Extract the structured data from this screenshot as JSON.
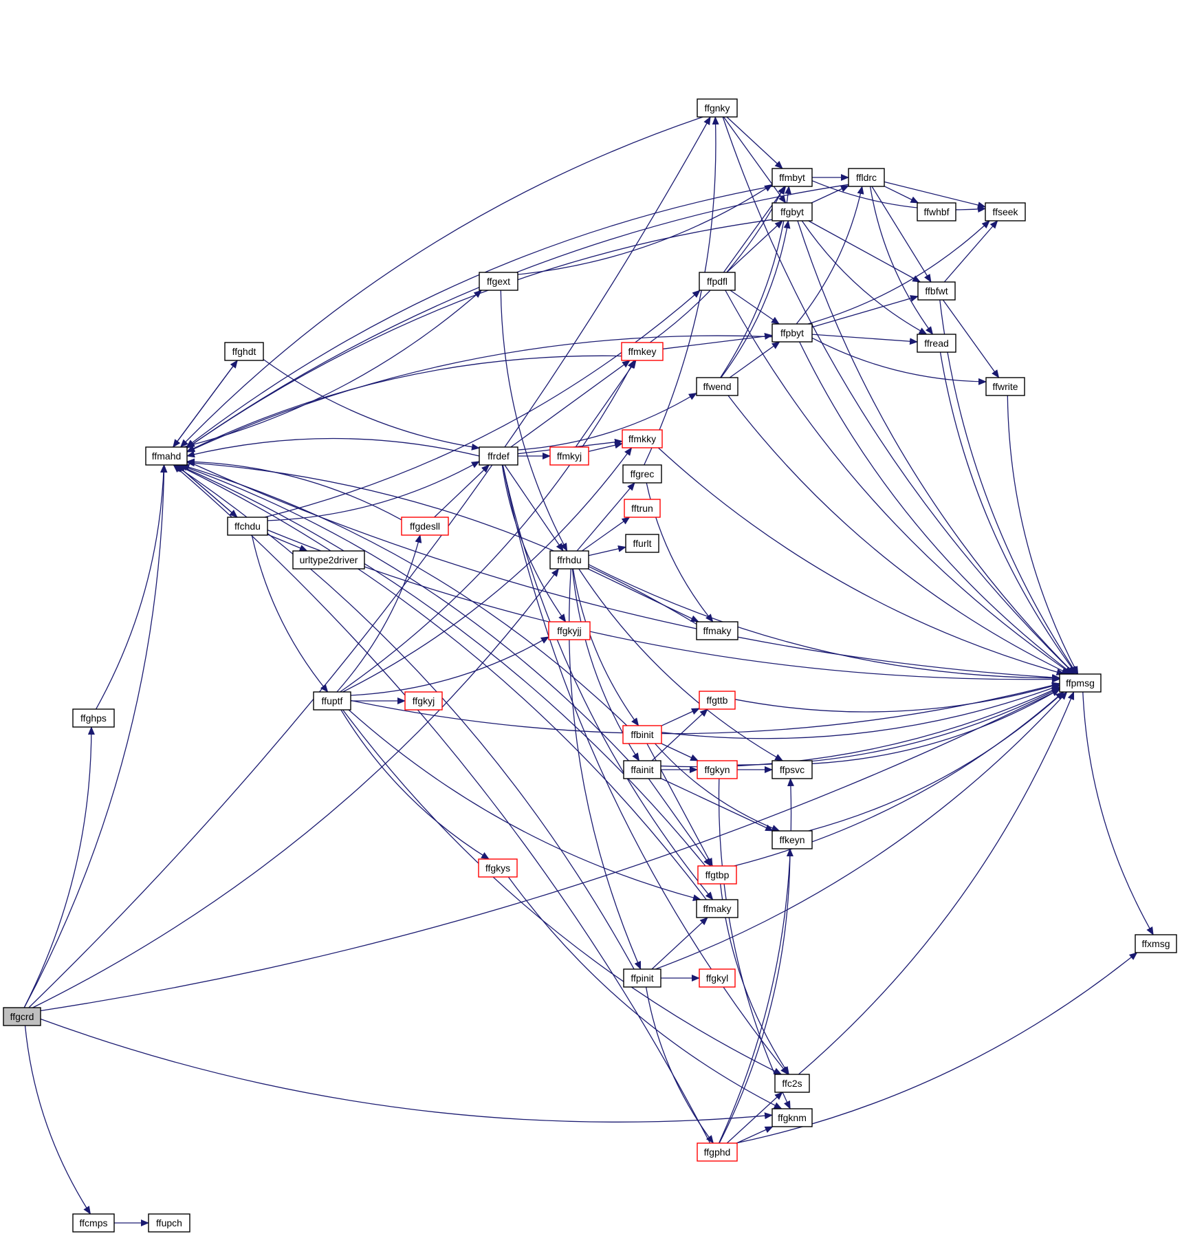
{
  "nodes": [
    {
      "id": "ffgcrd",
      "label": "ffgcrd",
      "border": "black",
      "root": true
    },
    {
      "id": "ffmahd",
      "label": "ffmahd",
      "border": "black"
    },
    {
      "id": "ffghps",
      "label": "ffghps",
      "border": "black"
    },
    {
      "id": "ffcmps",
      "label": "ffcmps",
      "border": "black"
    },
    {
      "id": "ffupch",
      "label": "ffupch",
      "border": "black"
    },
    {
      "id": "ffghdt",
      "label": "ffghdt",
      "border": "black"
    },
    {
      "id": "ffchdu",
      "label": "ffchdu",
      "border": "black"
    },
    {
      "id": "urltype2driver",
      "label": "urltype2driver",
      "border": "black"
    },
    {
      "id": "ffuptf",
      "label": "ffuptf",
      "border": "black"
    },
    {
      "id": "ffgkyj",
      "label": "ffgkyj",
      "border": "red"
    },
    {
      "id": "ffgkys",
      "label": "ffgkys",
      "border": "red"
    },
    {
      "id": "ffgdesll",
      "label": "ffgdesll",
      "border": "red"
    },
    {
      "id": "ffgext",
      "label": "ffgext",
      "border": "black"
    },
    {
      "id": "ffrdef",
      "label": "ffrdef",
      "border": "black"
    },
    {
      "id": "ffmkyj",
      "label": "ffmkyj",
      "border": "red"
    },
    {
      "id": "ffgkyjj",
      "label": "ffgkyjj",
      "border": "red"
    },
    {
      "id": "ffrhdu",
      "label": "ffrhdu",
      "border": "black"
    },
    {
      "id": "ffmkey",
      "label": "ffmkey",
      "border": "red"
    },
    {
      "id": "ffmkky",
      "label": "ffmkky",
      "border": "red"
    },
    {
      "id": "ffgrec",
      "label": "ffgrec",
      "border": "black"
    },
    {
      "id": "fftrun",
      "label": "fftrun",
      "border": "red"
    },
    {
      "id": "ffurlt",
      "label": "ffurlt",
      "border": "black"
    },
    {
      "id": "ffgnky",
      "label": "ffgnky",
      "border": "black"
    },
    {
      "id": "ffpdfl",
      "label": "ffpdfl",
      "border": "black"
    },
    {
      "id": "ffwend",
      "label": "ffwend",
      "border": "black"
    },
    {
      "id": "ffmaky_top",
      "label": "ffmaky",
      "border": "black"
    },
    {
      "id": "ffbinit",
      "label": "ffbinit",
      "border": "red"
    },
    {
      "id": "ffainit",
      "label": "ffainit",
      "border": "black"
    },
    {
      "id": "ffgttb",
      "label": "ffgttb",
      "border": "red"
    },
    {
      "id": "ffgkyn",
      "label": "ffgkyn",
      "border": "red"
    },
    {
      "id": "ffgtbp",
      "label": "ffgtbp",
      "border": "red"
    },
    {
      "id": "ffmaky_bot",
      "label": "ffmaky",
      "border": "black"
    },
    {
      "id": "ffpinit",
      "label": "ffpinit",
      "border": "black"
    },
    {
      "id": "ffgkyl",
      "label": "ffgkyl",
      "border": "red"
    },
    {
      "id": "ffgphd",
      "label": "ffgphd",
      "border": "red"
    },
    {
      "id": "ffmbyt",
      "label": "ffmbyt",
      "border": "black"
    },
    {
      "id": "ffgbyt",
      "label": "ffgbyt",
      "border": "black"
    },
    {
      "id": "ffpbyt",
      "label": "ffpbyt",
      "border": "black"
    },
    {
      "id": "ffpsvc",
      "label": "ffpsvc",
      "border": "black"
    },
    {
      "id": "ffkeyn",
      "label": "ffkeyn",
      "border": "black"
    },
    {
      "id": "ffc2s",
      "label": "ffc2s",
      "border": "black"
    },
    {
      "id": "ffgknm",
      "label": "ffgknm",
      "border": "black"
    },
    {
      "id": "ffldrc",
      "label": "ffldrc",
      "border": "black"
    },
    {
      "id": "ffwhbf",
      "label": "ffwhbf",
      "border": "black"
    },
    {
      "id": "ffbfwt",
      "label": "ffbfwt",
      "border": "black"
    },
    {
      "id": "ffread",
      "label": "ffread",
      "border": "black"
    },
    {
      "id": "ffseek",
      "label": "ffseek",
      "border": "black"
    },
    {
      "id": "ffwrite",
      "label": "ffwrite",
      "border": "black"
    },
    {
      "id": "ffpmsg",
      "label": "ffpmsg",
      "border": "black"
    },
    {
      "id": "ffxmsg",
      "label": "ffxmsg",
      "border": "black"
    }
  ],
  "edges": [
    [
      "ffgcrd",
      "ffmahd"
    ],
    [
      "ffgcrd",
      "ffghps"
    ],
    [
      "ffgcrd",
      "ffcmps"
    ],
    [
      "ffgcrd",
      "ffgnky"
    ],
    [
      "ffgcrd",
      "ffpmsg"
    ],
    [
      "ffgcrd",
      "ffgknm"
    ],
    [
      "ffgcrd",
      "ffrhdu"
    ],
    [
      "ffghps",
      "ffmahd"
    ],
    [
      "ffcmps",
      "ffupch"
    ],
    [
      "ffmahd",
      "ffghdt"
    ],
    [
      "ffmahd",
      "ffchdu"
    ],
    [
      "ffmahd",
      "ffgext"
    ],
    [
      "ffmahd",
      "ffpmsg"
    ],
    [
      "ffghdt",
      "ffmahd"
    ],
    [
      "ffghdt",
      "ffrdef"
    ],
    [
      "ffchdu",
      "ffmahd"
    ],
    [
      "ffchdu",
      "urltype2driver"
    ],
    [
      "ffchdu",
      "ffuptf"
    ],
    [
      "ffchdu",
      "ffrdef"
    ],
    [
      "ffchdu",
      "ffpdfl"
    ],
    [
      "ffchdu",
      "ffpmsg"
    ],
    [
      "ffuptf",
      "ffgkyj"
    ],
    [
      "ffuptf",
      "ffgkys"
    ],
    [
      "ffuptf",
      "ffgdesll"
    ],
    [
      "ffuptf",
      "ffgkyjj"
    ],
    [
      "ffuptf",
      "ffmkey"
    ],
    [
      "ffuptf",
      "ffmkky"
    ],
    [
      "ffuptf",
      "ffmaky_bot"
    ],
    [
      "ffuptf",
      "ffpmsg"
    ],
    [
      "ffuptf",
      "ffc2s"
    ],
    [
      "ffgdesll",
      "ffmahd"
    ],
    [
      "ffgdesll",
      "ffrdef"
    ],
    [
      "ffgkys",
      "ffgknm"
    ],
    [
      "ffgext",
      "ffmbyt"
    ],
    [
      "ffgext",
      "ffrhdu"
    ],
    [
      "ffrdef",
      "ffmahd"
    ],
    [
      "ffrdef",
      "ffmkyj"
    ],
    [
      "ffrdef",
      "ffmkey"
    ],
    [
      "ffrdef",
      "ffmkky"
    ],
    [
      "ffrdef",
      "ffwend"
    ],
    [
      "ffrdef",
      "ffrhdu"
    ],
    [
      "ffrdef",
      "ffgkyjj"
    ],
    [
      "ffrdef",
      "ffmaky_bot"
    ],
    [
      "ffrdef",
      "ffc2s"
    ],
    [
      "ffmkyj",
      "ffmkey"
    ],
    [
      "ffmkyj",
      "ffmkky"
    ],
    [
      "ffmkey",
      "ffmahd"
    ],
    [
      "ffmkey",
      "ffmbyt"
    ],
    [
      "ffmkey",
      "ffpbyt"
    ],
    [
      "ffmkky",
      "ffpmsg"
    ],
    [
      "ffgrec",
      "ffgnky"
    ],
    [
      "ffgrec",
      "ffmaky_top"
    ],
    [
      "ffrhdu",
      "ffgrec"
    ],
    [
      "ffrhdu",
      "fftrun"
    ],
    [
      "ffrhdu",
      "ffurlt"
    ],
    [
      "ffrhdu",
      "ffpmsg"
    ],
    [
      "ffrhdu",
      "ffpsvc"
    ],
    [
      "ffrhdu",
      "ffbinit"
    ],
    [
      "ffrhdu",
      "ffainit"
    ],
    [
      "ffrhdu",
      "ffpinit"
    ],
    [
      "ffrhdu",
      "ffmaky_top"
    ],
    [
      "ffmaky_top",
      "ffmahd"
    ],
    [
      "ffgnky",
      "ffmahd"
    ],
    [
      "ffgnky",
      "ffmbyt"
    ],
    [
      "ffgnky",
      "ffgbyt"
    ],
    [
      "ffgnky",
      "ffpmsg"
    ],
    [
      "ffpdfl",
      "ffmbyt"
    ],
    [
      "ffpdfl",
      "ffgbyt"
    ],
    [
      "ffpdfl",
      "ffpbyt"
    ],
    [
      "ffpdfl",
      "ffpmsg"
    ],
    [
      "ffwend",
      "ffmbyt"
    ],
    [
      "ffwend",
      "ffgbyt"
    ],
    [
      "ffwend",
      "ffpbyt"
    ],
    [
      "ffwend",
      "ffpmsg"
    ],
    [
      "ffbinit",
      "ffmahd"
    ],
    [
      "ffbinit",
      "ffgttb"
    ],
    [
      "ffbinit",
      "ffgkyn"
    ],
    [
      "ffbinit",
      "ffgtbp"
    ],
    [
      "ffbinit",
      "ffkeyn"
    ],
    [
      "ffbinit",
      "ffpmsg"
    ],
    [
      "ffainit",
      "ffmahd"
    ],
    [
      "ffainit",
      "ffgttb"
    ],
    [
      "ffainit",
      "ffgkyn"
    ],
    [
      "ffainit",
      "ffgtbp"
    ],
    [
      "ffainit",
      "ffkeyn"
    ],
    [
      "ffainit",
      "ffpmsg"
    ],
    [
      "ffgttb",
      "ffpmsg"
    ],
    [
      "ffgkyn",
      "ffpsvc"
    ],
    [
      "ffgkyn",
      "ffpmsg"
    ],
    [
      "ffgkyn",
      "ffgknm"
    ],
    [
      "ffgtbp",
      "ffmahd"
    ],
    [
      "ffgtbp",
      "ffpmsg"
    ],
    [
      "ffgtbp",
      "ffc2s"
    ],
    [
      "ffmaky_bot",
      "ffmahd"
    ],
    [
      "ffpinit",
      "ffmahd"
    ],
    [
      "ffpinit",
      "ffgkyl"
    ],
    [
      "ffpinit",
      "ffmaky_bot"
    ],
    [
      "ffpinit",
      "ffgphd"
    ],
    [
      "ffpinit",
      "ffpmsg"
    ],
    [
      "ffgphd",
      "ffmahd"
    ],
    [
      "ffgphd",
      "ffpsvc"
    ],
    [
      "ffgphd",
      "ffkeyn"
    ],
    [
      "ffgphd",
      "ffc2s"
    ],
    [
      "ffgphd",
      "ffgknm"
    ],
    [
      "ffgphd",
      "ffxmsg"
    ],
    [
      "ffmbyt",
      "ffmahd"
    ],
    [
      "ffmbyt",
      "ffldrc"
    ],
    [
      "ffmbyt",
      "ffseek"
    ],
    [
      "ffgbyt",
      "ffmahd"
    ],
    [
      "ffgbyt",
      "ffldrc"
    ],
    [
      "ffgbyt",
      "ffbfwt"
    ],
    [
      "ffgbyt",
      "ffread"
    ],
    [
      "ffgbyt",
      "ffpmsg"
    ],
    [
      "ffpbyt",
      "ffmahd"
    ],
    [
      "ffpbyt",
      "ffldrc"
    ],
    [
      "ffpbyt",
      "ffbfwt"
    ],
    [
      "ffpbyt",
      "ffread"
    ],
    [
      "ffpbyt",
      "ffseek"
    ],
    [
      "ffpbyt",
      "ffwrite"
    ],
    [
      "ffpbyt",
      "ffpmsg"
    ],
    [
      "ffpsvc",
      "ffpmsg"
    ],
    [
      "ffkeyn",
      "ffpmsg"
    ],
    [
      "ffc2s",
      "ffpmsg"
    ],
    [
      "ffldrc",
      "ffmahd"
    ],
    [
      "ffldrc",
      "ffwhbf"
    ],
    [
      "ffldrc",
      "ffseek"
    ],
    [
      "ffldrc",
      "ffbfwt"
    ],
    [
      "ffldrc",
      "ffread"
    ],
    [
      "ffbfwt",
      "ffseek"
    ],
    [
      "ffbfwt",
      "ffwrite"
    ],
    [
      "ffbfwt",
      "ffpmsg"
    ],
    [
      "ffread",
      "ffpmsg"
    ],
    [
      "ffwrite",
      "ffpmsg"
    ],
    [
      "ffpmsg",
      "ffxmsg"
    ]
  ]
}
